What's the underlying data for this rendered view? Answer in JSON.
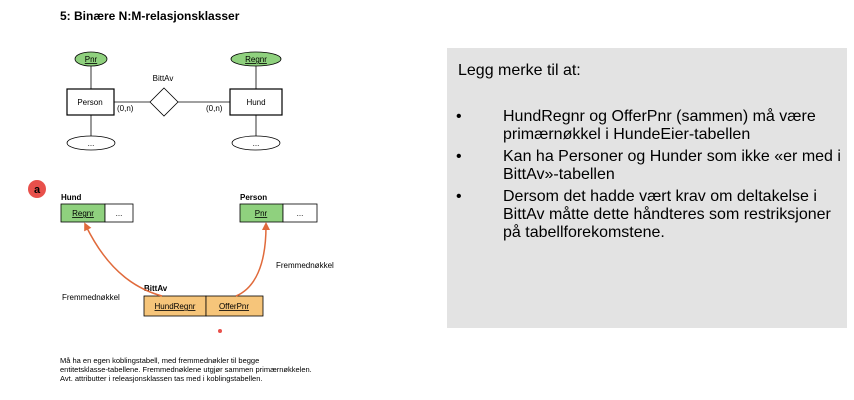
{
  "title": "5: Binære N:M-relasjonsklasser",
  "er_diagram": {
    "left_attribute": "Pnr",
    "right_attribute": "Regnr",
    "left_entity": "Person",
    "right_entity": "Hund",
    "relationship": "BittAv",
    "left_cardinality": "(0,n)",
    "right_cardinality": "(0,n)",
    "left_more_attributes": "...",
    "right_more_attributes": "..."
  },
  "marker": "a",
  "tables": {
    "hund": {
      "name": "Hund",
      "key": "Regnr",
      "more": "..."
    },
    "person": {
      "name": "Person",
      "key": "Pnr",
      "more": "..."
    },
    "bittav": {
      "name": "BittAv",
      "col1": "HundRegnr",
      "col2": "OfferPnr"
    },
    "fk_left": "Fremmednøkkel",
    "fk_right": "Fremmednøkkel"
  },
  "colors": {
    "attribute_fill": "#8fd17e",
    "key_fill": "#8fd17e",
    "link_fill": "#f6c57a",
    "arrow": "#e06a3b",
    "marker_fill": "#e8504b",
    "panel": "#e3e3e3"
  },
  "notes": {
    "heading": "Legg merke til at:",
    "items": [
      "HundRegnr og OfferPnr (sammen) må være primærnøkkel i HundeEier-tabellen",
      "Kan ha Personer og Hunder som ikke «er med i BittAv»-tabellen",
      "Dersom det hadde vært krav om deltakelse i BittAv måtte dette håndteres som restriksjoner på tabellforekomstene."
    ]
  },
  "footer_lines": [
    "Må ha en egen koblingstabell, med fremmednøkler til begge",
    "entitetsklasse-tabellene. Fremmednøklene utgjør sammen primærnøkkelen.",
    "Avt. attributter i releasjonsklassen tas med i koblingstabellen."
  ]
}
